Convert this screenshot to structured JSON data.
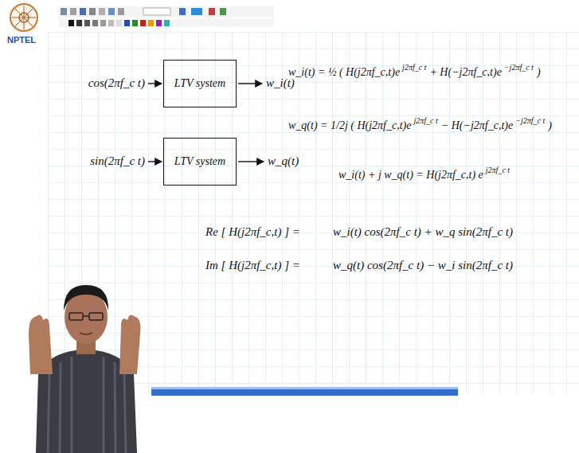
{
  "diagram": {
    "nodes": [
      {
        "text": [
          "LTV system"
        ]
      },
      {
        "text": [
          "LTV system"
        ]
      }
    ],
    "labels": [
      "NPTEL",
      "cos(2πf_c t)",
      "w_i(t)",
      "sin(2πf_c t)",
      "w_q(t)",
      "w_i(t) = ½ ( H(j2πf_c,t)e",
      "j2πf_c t",
      "+ H(−j2πf_c,t)e",
      "−j2πf_c t",
      ")",
      "w_q(t) = 1/2j ( H(j2πf_c,t)e",
      "j2πf_c t",
      "− H(−j2πf_c,t)e",
      "−j2πf_c t",
      ")",
      "w_i(t) + j w_q(t) = H(j2πf_c,t) e",
      "j2πf_c t",
      "Re [ H(j2πf_c,t) ] =",
      "w_i(t) cos(2πf_c t) + w_q sin(2πf_c t)",
      "Im [ H(j2πf_c,t) ] =",
      "w_q(t) cos(2πf_c t) − w_i sin(2πf_c t)"
    ]
  }
}
